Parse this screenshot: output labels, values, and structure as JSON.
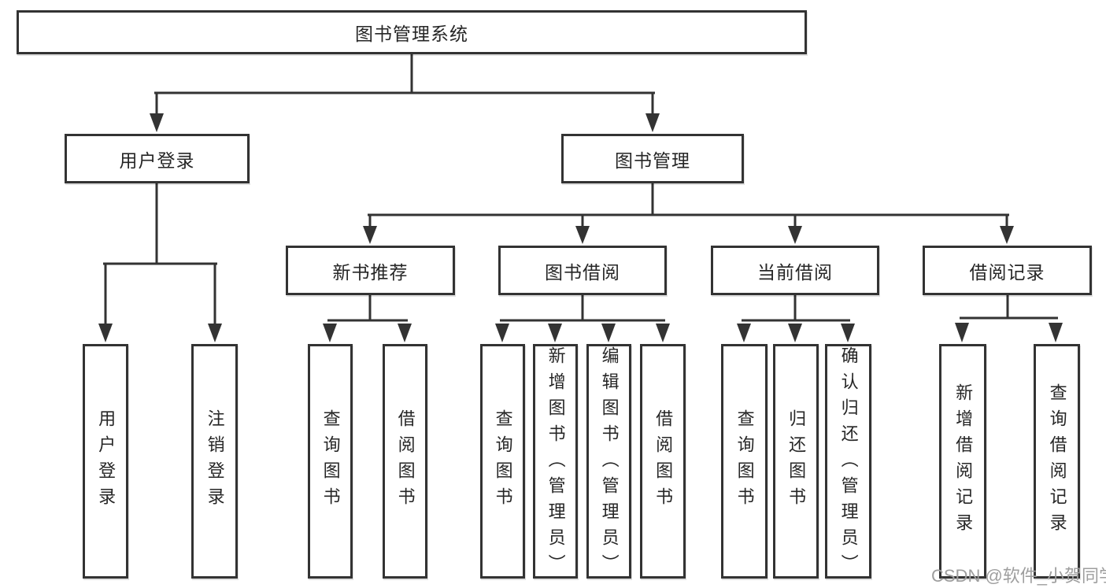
{
  "diagram": {
    "root": "图书管理系统",
    "children": [
      {
        "label": "用户登录",
        "children": [
          {
            "label": "用户登录"
          },
          {
            "label": "注销登录"
          }
        ]
      },
      {
        "label": "图书管理",
        "children": [
          {
            "label": "新书推荐",
            "children": [
              {
                "label": "查询图书"
              },
              {
                "label": "借阅图书"
              }
            ]
          },
          {
            "label": "图书借阅",
            "children": [
              {
                "label": "查询图书"
              },
              {
                "label": "新增图书（管理员）"
              },
              {
                "label": "编辑图书（管理员）"
              },
              {
                "label": "借阅图书"
              }
            ]
          },
          {
            "label": "当前借阅",
            "children": [
              {
                "label": "查询图书"
              },
              {
                "label": "归还图书"
              },
              {
                "label": "确认归还（管理员）"
              }
            ]
          },
          {
            "label": "借阅记录",
            "children": [
              {
                "label": "新增借阅记录"
              },
              {
                "label": "查询借阅记录"
              }
            ]
          }
        ]
      }
    ]
  },
  "watermark": {
    "text": "CSDN @软件_小贺同学"
  },
  "colors": {
    "line": "#333333",
    "text": "#262626",
    "background": "#ffffff",
    "watermark": "#9e9e9e"
  }
}
